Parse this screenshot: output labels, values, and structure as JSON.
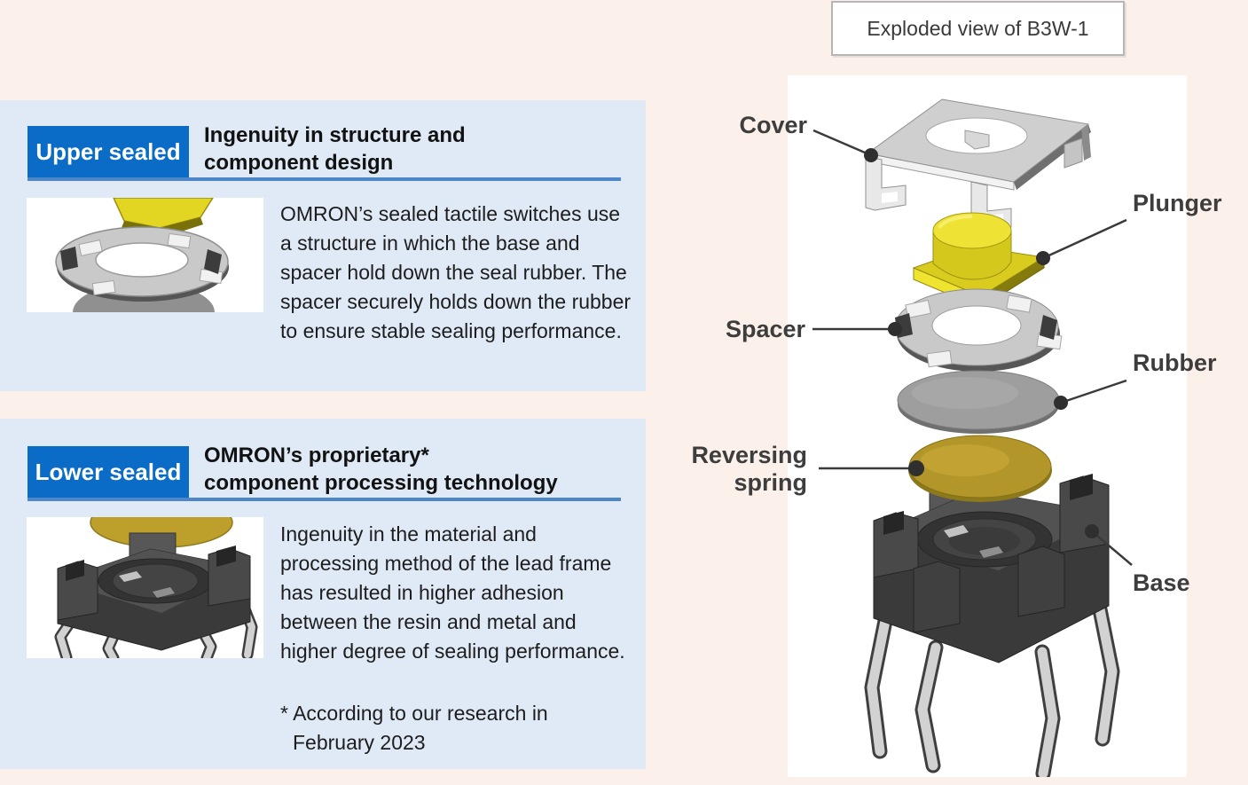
{
  "colors": {
    "page_background": "#fbf1ea",
    "panel_background": "#dfeaf6",
    "badge_blue": "#0a6cc6",
    "underline_blue": "#4d87c8",
    "title_text": "#121212",
    "body_text": "#1d1d1d",
    "diagram_label_text": "#3d3d3d",
    "plunger_yellow": "#d9cc1e",
    "spring_gold": "#b3962a",
    "metal_gray": "#c9c9c9",
    "rubber_gray": "#9e9e9e",
    "base_dark_gray": "#3a3a3a",
    "white_panel": "#ffffff"
  },
  "sections": {
    "upper": {
      "badge": "Upper sealed",
      "title_lines": [
        "Ingenuity in structure and",
        "component design"
      ],
      "body": "OMRON’s sealed tactile switches use a structure in which the base and spacer hold down the seal rubber. The spacer securely holds down the rubber to ensure stable sealing performance."
    },
    "lower": {
      "badge": "Lower sealed",
      "title_lines": [
        "OMRON’s proprietary*",
        "component processing technology"
      ],
      "body": "Ingenuity in the material and processing method of the lead frame has resulted in higher adhesion between the resin and metal and higher degree of sealing performance.",
      "footnote_lines": [
        "* According to our research in",
        "February 2023"
      ]
    }
  },
  "exploded": {
    "title": "Exploded view of B3W-1",
    "labels": {
      "cover": "Cover",
      "plunger": "Plunger",
      "spacer": "Spacer",
      "rubber": "Rubber",
      "base": "Base"
    },
    "spring_lines": [
      "Reversing",
      "spring"
    ]
  }
}
